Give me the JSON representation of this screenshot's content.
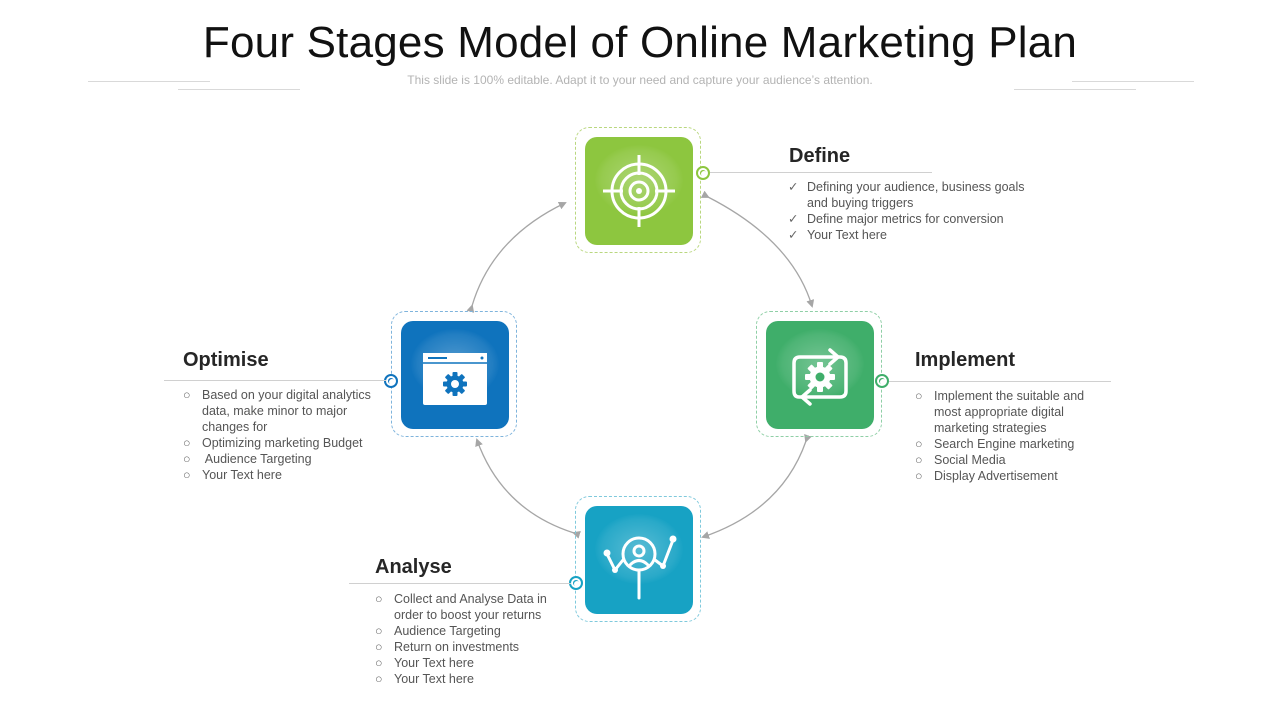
{
  "title": "Four Stages Model of Online Marketing Plan",
  "subtitle": "This slide is 100% editable. Adapt it to your need and capture your audience’s attention.",
  "stages": {
    "define": {
      "title": "Define",
      "color": "#8dc63f",
      "icon": "target-icon",
      "bullet": "✓",
      "items": [
        "Defining your audience, business goals and buying triggers",
        "Define major metrics for conversion",
        "Your Text here"
      ]
    },
    "implement": {
      "title": "Implement",
      "color": "#3fae6a",
      "icon": "gear-cycle-icon",
      "bullet": "○",
      "items": [
        "Implement the suitable and most appropriate digital marketing strategies",
        "Search Engine marketing",
        "Social Media",
        "Display Advertisement"
      ]
    },
    "analyse": {
      "title": "Analyse",
      "color": "#17a2c4",
      "icon": "magnifier-analytics-icon",
      "bullet": "○",
      "items": [
        "Collect and Analyse Data in order to boost your returns",
        "Audience Targeting",
        "Return on investments",
        "Your Text here",
        "Your Text here"
      ]
    },
    "optimise": {
      "title": "Optimise",
      "color": "#0f73bd",
      "icon": "browser-gear-icon",
      "bullet": "○",
      "items": [
        "Based on your digital analytics data, make minor to major changes for",
        "Optimizing marketing Budget",
        " Audience Targeting",
        "Your Text here"
      ]
    }
  }
}
